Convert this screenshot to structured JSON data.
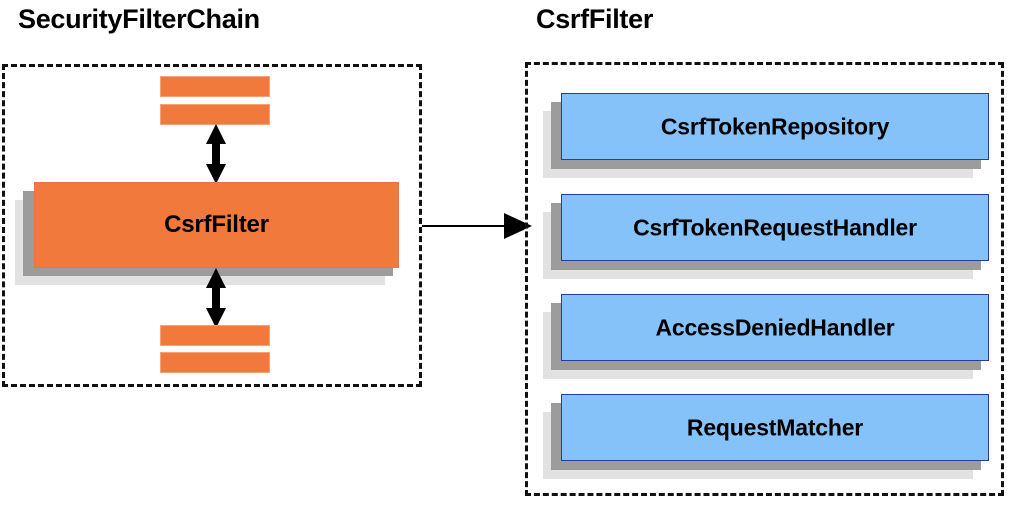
{
  "diagram": {
    "title_left": "SecurityFilterChain",
    "title_right": "CsrfFilter",
    "colors": {
      "orange_fill": "#F1793B",
      "orange_border": "#E8754A",
      "blue_fill": "#85C2F9",
      "blue_border": "#20409A",
      "shadow_dark": "#9C9C9C",
      "shadow_light": "#E2E2E2",
      "outline": "#111111",
      "text": "#000000"
    }
  },
  "left_panel": {
    "title": "SecurityFilterChain",
    "highlighted_filter": {
      "label": "CsrfFilter"
    },
    "filters_above": [
      {
        "label": ""
      },
      {
        "label": ""
      }
    ],
    "filters_below": [
      {
        "label": ""
      },
      {
        "label": ""
      }
    ],
    "arrow_above": "double-headed-vertical-arrow",
    "arrow_below": "double-headed-vertical-arrow"
  },
  "connector": {
    "from": "CsrfFilter",
    "to": "CsrfFilter collaborators",
    "style": "single-headed-horizontal-arrow"
  },
  "right_panel": {
    "title": "CsrfFilter",
    "collaborators": [
      {
        "label": "CsrfTokenRepository"
      },
      {
        "label": "CsrfTokenRequestHandler"
      },
      {
        "label": "AccessDeniedHandler"
      },
      {
        "label": "RequestMatcher"
      }
    ]
  }
}
